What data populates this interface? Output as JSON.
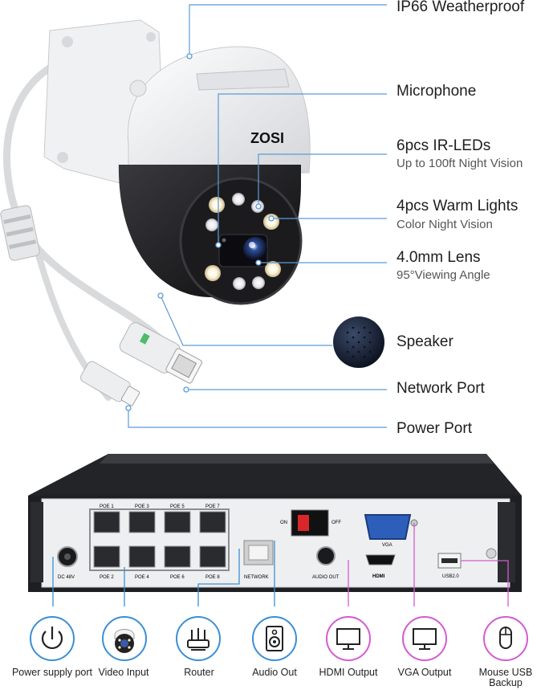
{
  "camera": {
    "brand": "ZOSI",
    "features": [
      {
        "title": "IP66 Weatherproof",
        "subtitle": ""
      },
      {
        "title": "Microphone",
        "subtitle": ""
      },
      {
        "title": "6pcs IR-LEDs",
        "subtitle": "Up to 100ft Night Vision"
      },
      {
        "title": "4pcs Warm Lights",
        "subtitle": "Color Night Vision"
      },
      {
        "title": "4.0mm Lens",
        "subtitle": "95°Viewing Angle"
      },
      {
        "title": "Speaker",
        "subtitle": ""
      },
      {
        "title": "Network Port",
        "subtitle": ""
      },
      {
        "title": "Power Port",
        "subtitle": ""
      }
    ]
  },
  "nvr": {
    "port_labels": {
      "poe1": "POE 1",
      "poe2": "POE 2",
      "poe3": "POE 3",
      "poe4": "POE 4",
      "poe5": "POE 5",
      "poe6": "POE 6",
      "poe7": "POE 7",
      "poe8": "POE 8",
      "dc": "DC 48V",
      "network": "NETWORK",
      "audio": "AUDIO OUT",
      "on": "ON",
      "off": "OFF",
      "vga": "VGA",
      "hdmi": "HDMI",
      "usb": "USB2.0"
    },
    "connections": [
      {
        "label": "Power supply port",
        "icon": "power-icon",
        "color": "#3a8fd6"
      },
      {
        "label": "Video Input",
        "icon": "camera-icon",
        "color": "#3a8fd6"
      },
      {
        "label": "Router",
        "icon": "router-icon",
        "color": "#3a8fd6"
      },
      {
        "label": "Audio Out",
        "icon": "speaker-icon",
        "color": "#3a8fd6"
      },
      {
        "label": "HDMI Output",
        "icon": "monitor-icon",
        "color": "#d45bd0"
      },
      {
        "label": "VGA Output",
        "icon": "monitor-icon",
        "color": "#d45bd0"
      },
      {
        "label": "Mouse USB Backup",
        "icon": "mouse-icon",
        "color": "#d45bd0"
      }
    ]
  }
}
